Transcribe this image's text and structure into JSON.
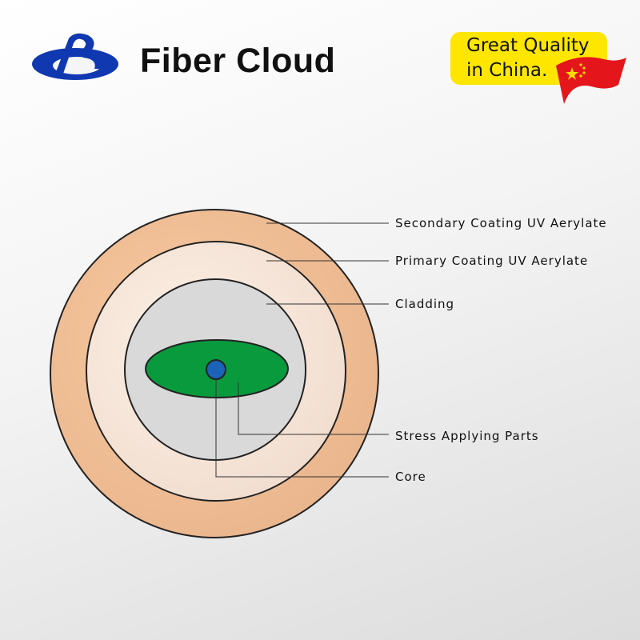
{
  "brand": {
    "name": "Fiber Cloud",
    "logo_color": "#1038b0"
  },
  "badge": {
    "line1": "Great Quality",
    "line2": "in China.",
    "color": "#ffe600"
  },
  "diagram": {
    "labels": {
      "secondary": "Secondary Coating UV Aerylate",
      "primary": "Primary Coating UV Aerylate",
      "cladding": "Cladding",
      "stress": "Stress Applying Parts",
      "core": "Core"
    },
    "colors": {
      "secondary": "#f5c49a",
      "primary": "#fbe9dc",
      "cladding": "#d9d9d9",
      "stress": "#0a9a3e",
      "core": "#1a63b8"
    }
  }
}
